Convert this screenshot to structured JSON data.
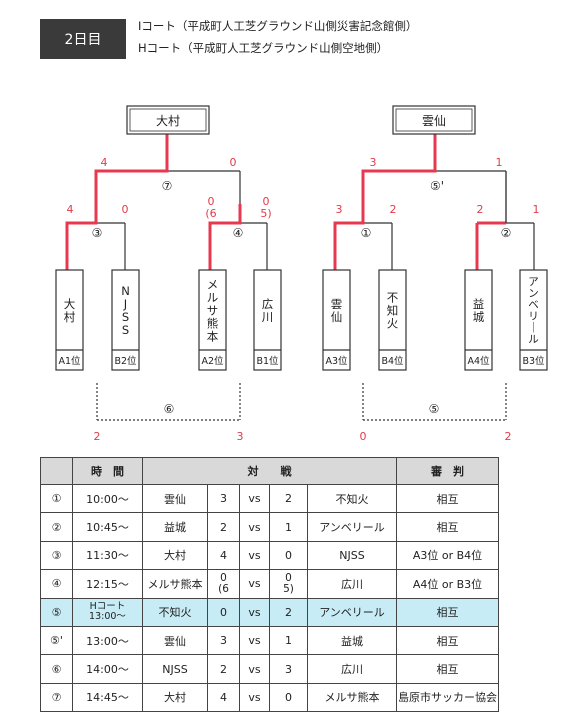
{
  "header": {
    "day": "2日目",
    "court_i": "Iコート（平成町人工芝グラウンド山側災害記念館側）",
    "court_h": "Hコート（平成町人工芝グラウンド山側空地側）"
  },
  "bracket_left": {
    "champion": "大村",
    "final_label": "⑦",
    "final_score_left": "4",
    "final_score_right": "0",
    "semi_left_label": "③",
    "semi_left_score_a": "4",
    "semi_left_score_b": "0",
    "semi_right_label": "④",
    "semi_right_score_a": "0",
    "semi_right_score_a2": "(6",
    "semi_right_score_b": "0",
    "semi_right_score_b2": "5)",
    "teams": [
      {
        "name": "大村",
        "seed": "A1位"
      },
      {
        "name": "NJSS",
        "seed": "B2位"
      },
      {
        "name": "メルサ熊本",
        "seed": "A2位"
      },
      {
        "name": "広川",
        "seed": "B1位"
      }
    ],
    "consolation_label": "⑥",
    "consolation_score_left": "2",
    "consolation_score_right": "3"
  },
  "bracket_right": {
    "champion": "雲仙",
    "final_label": "⑤'",
    "final_score_left": "3",
    "final_score_right": "1",
    "semi_left_label": "①",
    "semi_left_score_a": "3",
    "semi_left_score_b": "2",
    "semi_right_label": "②",
    "semi_right_score_a": "2",
    "semi_right_score_b": "1",
    "teams": [
      {
        "name": "雲仙",
        "seed": "A3位"
      },
      {
        "name": "不知火",
        "seed": "B4位"
      },
      {
        "name": "益城",
        "seed": "A4位"
      },
      {
        "name": "アンベリール",
        "seed": "B3位"
      }
    ],
    "consolation_label": "⑤",
    "consolation_score_left": "0",
    "consolation_score_right": "2"
  },
  "schedule": {
    "headers": {
      "time": "時　間",
      "match": "対　　戦",
      "referee": "審　判"
    },
    "rows": [
      {
        "num": "①",
        "time": "10:00～",
        "team1": "雲仙",
        "s1": "3",
        "vs": "vs",
        "s2": "2",
        "team2": "不知火",
        "ref": "相互"
      },
      {
        "num": "②",
        "time": "10:45～",
        "team1": "益城",
        "s1": "2",
        "vs": "vs",
        "s2": "1",
        "team2": "アンベリール",
        "ref": "相互"
      },
      {
        "num": "③",
        "time": "11:30～",
        "team1": "大村",
        "s1": "4",
        "vs": "vs",
        "s2": "0",
        "team2": "NJSS",
        "ref": "A3位 or B4位"
      },
      {
        "num": "④",
        "time": "12:15～",
        "team1": "メルサ熊本",
        "s1": "0",
        "s1b": "(6",
        "vs": "vs",
        "s2": "0",
        "s2b": "5)",
        "team2": "広川",
        "ref": "A4位 or B3位"
      },
      {
        "num": "⑤",
        "time": "Hコート",
        "time2": "13:00～",
        "team1": "不知火",
        "s1": "0",
        "vs": "vs",
        "s2": "2",
        "team2": "アンベリール",
        "ref": "相互"
      },
      {
        "num": "⑤'",
        "time": "13:00～",
        "team1": "雲仙",
        "s1": "3",
        "vs": "vs",
        "s2": "1",
        "team2": "益城",
        "ref": "相互"
      },
      {
        "num": "⑥",
        "time": "14:00～",
        "team1": "NJSS",
        "s1": "2",
        "vs": "vs",
        "s2": "3",
        "team2": "広川",
        "ref": "相互"
      },
      {
        "num": "⑦",
        "time": "14:45～",
        "team1": "大村",
        "s1": "4",
        "vs": "vs",
        "s2": "0",
        "team2": "メルサ熊本",
        "ref": "島原市サッカー協会"
      }
    ]
  },
  "colors": {
    "win_line": "#e8384f",
    "score_red": "#e23b4a",
    "highlight_row": "#c7ecf6",
    "header_gray": "#d9d9d9"
  }
}
